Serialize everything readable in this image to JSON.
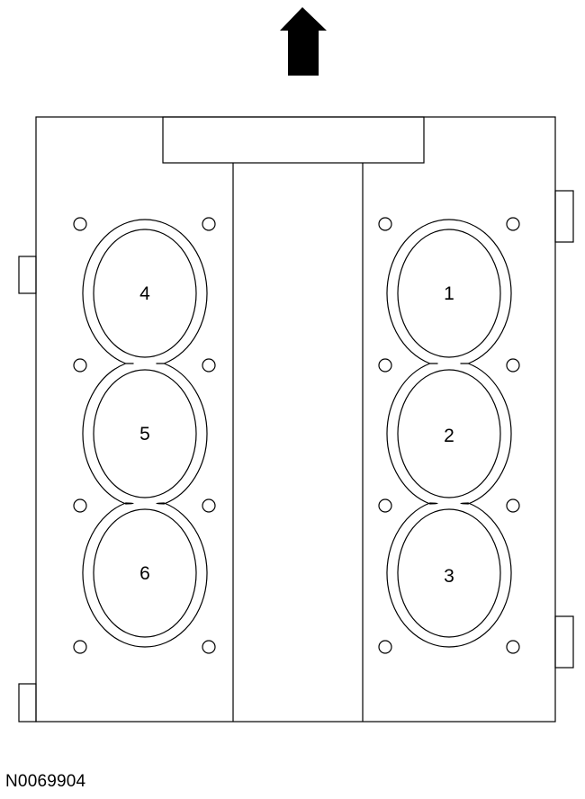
{
  "colors": {
    "line": "#000000",
    "arrow_fill": "#000000",
    "background": "#ffffff"
  },
  "direction_arrow": {
    "icon": "arrow-up-icon"
  },
  "cylinders": {
    "left_bank": [
      "4",
      "5",
      "6"
    ],
    "right_bank": [
      "1",
      "2",
      "3"
    ]
  },
  "reference_code": "N0069904"
}
